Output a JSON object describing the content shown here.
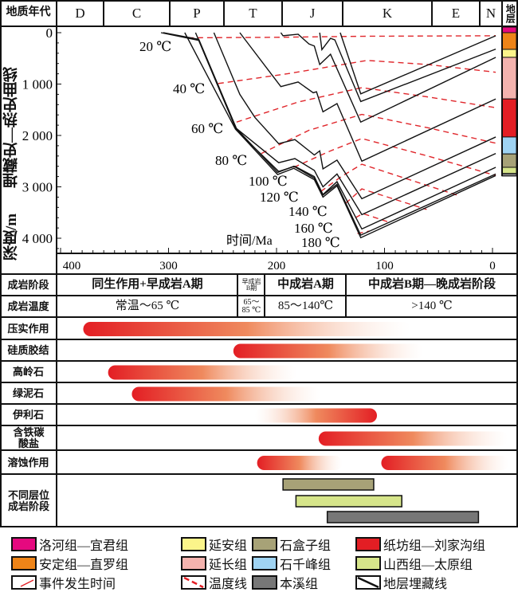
{
  "header": {
    "label": "地质年代",
    "periods": [
      "D",
      "C",
      "P",
      "T",
      "J",
      "K",
      "E",
      "N"
    ],
    "strata_label": "地层"
  },
  "plot": {
    "ylabel_top": "埋藏史—热史曲线",
    "ylabel_bottom": "深度/m",
    "xlabel": "时间/Ma",
    "y_ticks": [
      "0",
      "1 000",
      "2 000",
      "3 000",
      "4 000"
    ],
    "y_tick_values": [
      0,
      1000,
      2000,
      3000,
      4000
    ],
    "x_ticks": [
      "400",
      "300",
      "200",
      "100",
      "0"
    ],
    "x_tick_values": [
      400,
      300,
      200,
      100,
      0
    ],
    "burial_color": "#111111",
    "isotherm_color": "#e0262b",
    "burial_lines": [
      [
        [
          141,
          0
        ],
        [
          122,
          1190
        ],
        [
          -3,
          60
        ]
      ],
      [
        [
          160,
          0
        ],
        [
          158,
          330
        ],
        [
          150,
          110
        ],
        [
          146,
          140
        ],
        [
          122,
          1340
        ],
        [
          -3,
          320
        ]
      ],
      [
        [
          196,
          0
        ],
        [
          194,
          60
        ],
        [
          180,
          30
        ],
        [
          170,
          220
        ],
        [
          165,
          260
        ],
        [
          160,
          620
        ],
        [
          150,
          420
        ],
        [
          122,
          1740
        ],
        [
          -3,
          480
        ]
      ],
      [
        [
          234,
          0
        ],
        [
          196,
          1050
        ],
        [
          180,
          960
        ],
        [
          166,
          1170
        ],
        [
          163,
          1150
        ],
        [
          157,
          1540
        ],
        [
          144,
          1380
        ],
        [
          121,
          2500
        ],
        [
          -3,
          1290
        ]
      ],
      [
        [
          258,
          0
        ],
        [
          234,
          1200
        ],
        [
          220,
          1650
        ],
        [
          198,
          2160
        ],
        [
          183,
          2080
        ],
        [
          165,
          2380
        ],
        [
          160,
          2300
        ],
        [
          157,
          2650
        ],
        [
          144,
          2480
        ],
        [
          121,
          3230
        ],
        [
          -3,
          2030
        ]
      ],
      [
        [
          275,
          0
        ],
        [
          238,
          1850
        ],
        [
          198,
          2530
        ],
        [
          183,
          2450
        ],
        [
          165,
          2680
        ],
        [
          157,
          3000
        ],
        [
          144,
          2750
        ],
        [
          121,
          3540
        ],
        [
          -3,
          2350
        ]
      ],
      [
        [
          285,
          0
        ],
        [
          238,
          1880
        ],
        [
          198,
          2700
        ],
        [
          183,
          2600
        ],
        [
          165,
          2800
        ],
        [
          157,
          3150
        ],
        [
          144,
          2900
        ],
        [
          121,
          3820
        ],
        [
          -3,
          2620
        ]
      ],
      [
        [
          305,
          0
        ],
        [
          272,
          130
        ],
        [
          237,
          1870
        ],
        [
          199,
          2720
        ],
        [
          184,
          2600
        ],
        [
          165,
          2830
        ],
        [
          157,
          3160
        ],
        [
          144,
          2950
        ],
        [
          122,
          3940
        ],
        [
          -3,
          2750
        ]
      ],
      [
        [
          307,
          0
        ],
        [
          272,
          150
        ],
        [
          237,
          1900
        ],
        [
          199,
          2760
        ],
        [
          184,
          2640
        ],
        [
          165,
          2860
        ],
        [
          157,
          3200
        ],
        [
          144,
          2980
        ],
        [
          122,
          3990
        ],
        [
          -3,
          2780
        ]
      ]
    ],
    "isotherms": [
      {
        "label": "20 ℃",
        "points": [
          [
            282,
            100
          ],
          [
            200,
            90
          ],
          [
            120,
            70
          ],
          [
            -3,
            60
          ]
        ]
      },
      {
        "label": "40 ℃",
        "points": [
          [
            254,
            990
          ],
          [
            190,
            800
          ],
          [
            116,
            540
          ],
          [
            60,
            620
          ],
          [
            -3,
            770
          ]
        ]
      },
      {
        "label": "60 ℃",
        "points": [
          [
            237,
            1740
          ],
          [
            180,
            1350
          ],
          [
            121,
            1070
          ],
          [
            60,
            1250
          ],
          [
            -3,
            1460
          ]
        ]
      },
      {
        "label": "80 ℃",
        "points": [
          [
            214,
            2350
          ],
          [
            170,
            1900
          ],
          [
            121,
            1590
          ],
          [
            60,
            1850
          ],
          [
            -3,
            2150
          ]
        ]
      },
      {
        "label": "100 ℃",
        "points": [
          [
            184,
            2620
          ],
          [
            150,
            2300
          ],
          [
            121,
            2060
          ],
          [
            60,
            2400
          ],
          [
            -3,
            2780
          ]
        ]
      },
      {
        "label": "120 ℃",
        "points": [
          [
            159,
            3090
          ],
          [
            140,
            2800
          ],
          [
            121,
            2560
          ],
          [
            33,
            3160
          ]
        ]
      },
      {
        "label": "140 ℃",
        "points": [
          [
            136,
            3320
          ],
          [
            121,
            3040
          ],
          [
            61,
            3440
          ]
        ]
      },
      {
        "label": "160 ℃",
        "points": [
          [
            127,
            3600
          ],
          [
            120,
            3520
          ],
          [
            94,
            3700
          ]
        ]
      },
      {
        "label": "180 ℃",
        "points": [
          [
            125,
            3910
          ],
          [
            114,
            3860
          ]
        ]
      }
    ],
    "strata_column": [
      {
        "name": "洛河组—宜君组",
        "color": "#e5097f",
        "top": -140,
        "bottom": 0
      },
      {
        "name": "安定组—直罗组",
        "color": "#ee8418",
        "top": 0,
        "bottom": 325
      },
      {
        "name": "延安组",
        "color": "#fbf48a",
        "top": 325,
        "bottom": 480
      },
      {
        "name": "延长组",
        "color": "#f4b3ae",
        "top": 480,
        "bottom": 1290
      },
      {
        "name": "纸坊组—刘家沟组",
        "color": "#e31e24",
        "top": 1290,
        "bottom": 2030
      },
      {
        "name": "石千峰组",
        "color": "#9fd3f2",
        "top": 2030,
        "bottom": 2360
      },
      {
        "name": "石盒子组",
        "color": "#a7a277",
        "top": 2360,
        "bottom": 2620
      },
      {
        "name": "山西组—太原组",
        "color": "#d6e58a",
        "top": 2620,
        "bottom": 2740
      },
      {
        "name": "本溪组",
        "color": "#777777",
        "top": 2740,
        "bottom": 2790
      }
    ]
  },
  "stages": {
    "row1_label": "成岩阶段",
    "row2_label": "成岩温度",
    "stage_names": [
      "同生作用+早成岩A期",
      "早成岩B期",
      "中成岩A期",
      "中成岩B期—晚成岩阶段"
    ],
    "stage_temps": [
      "常温～65 ℃",
      "65～85 ℃",
      "85～140℃",
      ">140 ℃"
    ]
  },
  "events": [
    {
      "label": "压实作用",
      "bars": [
        {
          "start": 379,
          "end": 76,
          "fade": "right"
        }
      ]
    },
    {
      "label": "硅质胶结",
      "bars": [
        {
          "start": 240,
          "end": 64,
          "fade": "right"
        }
      ]
    },
    {
      "label": "高岭石",
      "bars": [
        {
          "start": 356,
          "end": 181,
          "fade": "right"
        }
      ]
    },
    {
      "label": "绿泥石",
      "bars": [
        {
          "start": 334,
          "end": 159,
          "fade": "right"
        }
      ]
    },
    {
      "label": "伊利石",
      "bars": [
        {
          "start": 220,
          "end": 107,
          "fade": "left"
        }
      ]
    },
    {
      "label": "含铁碳酸盐",
      "bars": [
        {
          "start": 161,
          "end": -14,
          "fade": "right"
        }
      ]
    },
    {
      "label": "溶蚀作用",
      "bars": [
        {
          "start": 218,
          "end": 139,
          "fade": "right"
        },
        {
          "start": 103,
          "end": -15,
          "fade": "right"
        }
      ]
    }
  ],
  "layer_stages": {
    "label": "不同层位成岩阶段",
    "bars": [
      {
        "name": "石盒子组",
        "color": "#a7a277",
        "start": 194,
        "end": 110
      },
      {
        "name": "山西组—太原组",
        "color": "#d6e58a",
        "start": 182,
        "end": 84
      },
      {
        "name": "本溪组",
        "color": "#777777",
        "start": 153,
        "end": 13
      }
    ]
  },
  "legend": [
    {
      "label": "洛河组—宜君组",
      "color": "#e5097f"
    },
    {
      "label": "延安组",
      "color": "#fbf48a"
    },
    {
      "label": "石盒子组",
      "color": "#a7a277"
    },
    {
      "label": "纸坊组—刘家沟组",
      "color": "#e31e24"
    },
    {
      "label": "安定组—直罗组",
      "color": "#ee8418"
    },
    {
      "label": "延长组",
      "color": "#f4b3ae"
    },
    {
      "label": "石千峰组",
      "color": "#9fd3f2"
    },
    {
      "label": "山西组—太原组",
      "color": "#d6e58a"
    },
    {
      "label": "事件发生时间",
      "color": "#ffffff",
      "symbol": "event"
    },
    {
      "label": "温度线",
      "color": "#ffffff",
      "symbol": "isotherm"
    },
    {
      "label": "本溪组",
      "color": "#777777"
    },
    {
      "label": "地层埋藏线",
      "color": "#ffffff",
      "symbol": "burial"
    }
  ]
}
